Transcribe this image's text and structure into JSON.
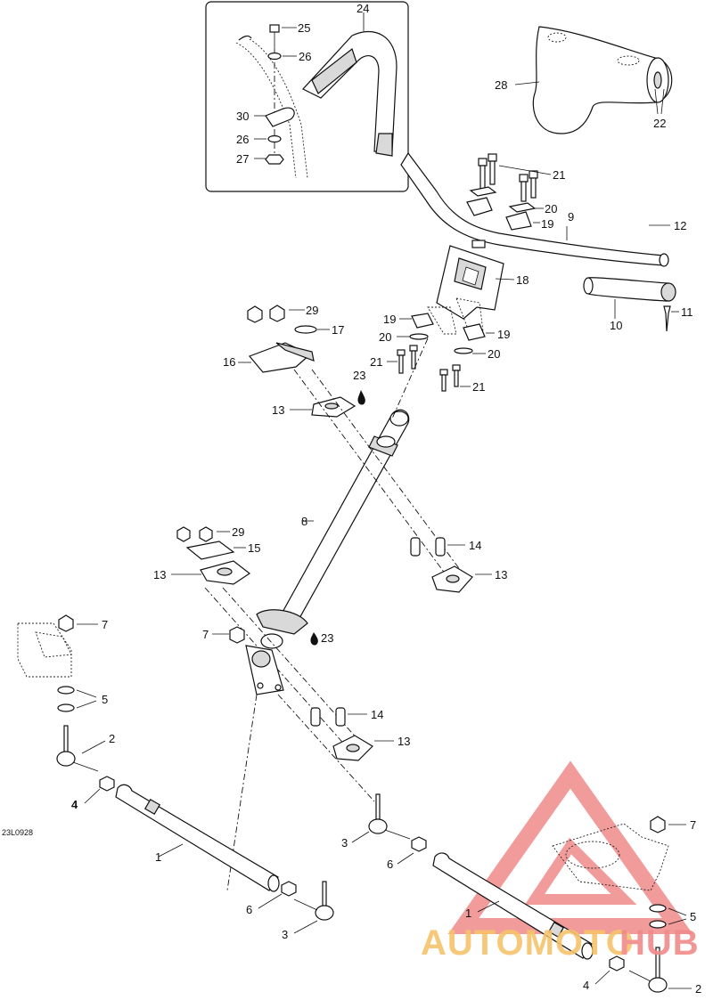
{
  "diagram": {
    "reference_code": "23L0928",
    "callouts": [
      {
        "id": "c25",
        "text": "25"
      },
      {
        "id": "c24",
        "text": "24"
      },
      {
        "id": "c26a",
        "text": "26"
      },
      {
        "id": "c30",
        "text": "30"
      },
      {
        "id": "c26b",
        "text": "26"
      },
      {
        "id": "c27",
        "text": "27"
      },
      {
        "id": "c28",
        "text": "28"
      },
      {
        "id": "c22",
        "text": "22"
      },
      {
        "id": "c21a",
        "text": "21"
      },
      {
        "id": "c20a",
        "text": "20"
      },
      {
        "id": "c9",
        "text": "9"
      },
      {
        "id": "c19a",
        "text": "19"
      },
      {
        "id": "c12",
        "text": "12"
      },
      {
        "id": "c18",
        "text": "18"
      },
      {
        "id": "c10",
        "text": "10"
      },
      {
        "id": "c11",
        "text": "11"
      },
      {
        "id": "c29a",
        "text": "29"
      },
      {
        "id": "c17",
        "text": "17"
      },
      {
        "id": "c19b",
        "text": "19"
      },
      {
        "id": "c20b",
        "text": "20"
      },
      {
        "id": "c19c",
        "text": "19"
      },
      {
        "id": "c16",
        "text": "16"
      },
      {
        "id": "c21b",
        "text": "21"
      },
      {
        "id": "c20c",
        "text": "20"
      },
      {
        "id": "c23a",
        "text": "23"
      },
      {
        "id": "c21c",
        "text": "21"
      },
      {
        "id": "c13a",
        "text": "13"
      },
      {
        "id": "c8",
        "text": "8"
      },
      {
        "id": "c29b",
        "text": "29"
      },
      {
        "id": "c15",
        "text": "15"
      },
      {
        "id": "c14a",
        "text": "14"
      },
      {
        "id": "c13b",
        "text": "13"
      },
      {
        "id": "c13c",
        "text": "13"
      },
      {
        "id": "c7a",
        "text": "7"
      },
      {
        "id": "c7b",
        "text": "7"
      },
      {
        "id": "c23b",
        "text": "23"
      },
      {
        "id": "c5a",
        "text": "5"
      },
      {
        "id": "c14b",
        "text": "14"
      },
      {
        "id": "c2a",
        "text": "2"
      },
      {
        "id": "c13d",
        "text": "13"
      },
      {
        "id": "c4a",
        "text": "4"
      },
      {
        "id": "c3a",
        "text": "3"
      },
      {
        "id": "c6a",
        "text": "6"
      },
      {
        "id": "c7c",
        "text": "7"
      },
      {
        "id": "c1a",
        "text": "1"
      },
      {
        "id": "c6b",
        "text": "6"
      },
      {
        "id": "c3b",
        "text": "3"
      },
      {
        "id": "c1b",
        "text": "1"
      },
      {
        "id": "c5b",
        "text": "5"
      },
      {
        "id": "c4b",
        "text": "4"
      },
      {
        "id": "c2b",
        "text": "2"
      }
    ]
  },
  "watermark": {
    "text_part1": "AUTOMOTO",
    "text_part2": "HUB",
    "color_primary": "#f08a8a",
    "color_secondary": "#f6c36b"
  }
}
